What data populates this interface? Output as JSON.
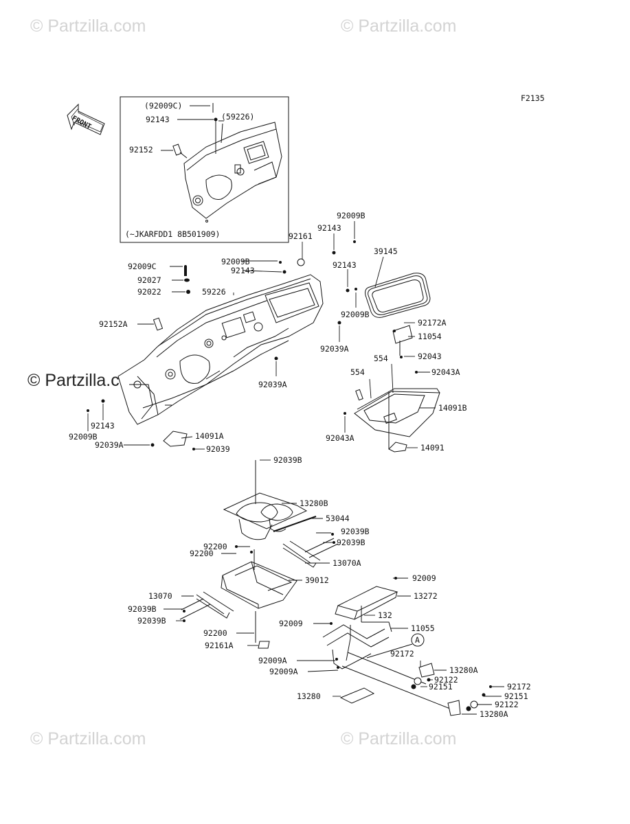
{
  "diagram_code": "F2135",
  "front_label": "FRONT",
  "watermark": "© Partzilla.com",
  "inset_note": "(~JKARFDD1 8B501909)",
  "inset_labels": {
    "c92009C": "(92009C)",
    "c92143": "92143",
    "c59226": "(59226)",
    "c92152": "92152"
  },
  "callout_a": "A",
  "labels": {
    "l92161": "92161",
    "l92009B_top": "92009B",
    "l92143_top": "92143",
    "l39145": "39145",
    "l92009C": "92009C",
    "l92009B_mid": "92009B",
    "l92143_mid": "92143",
    "l92143_right": "92143",
    "l92027": "92027",
    "l92022": "92022",
    "l59226": "59226",
    "l92009B_right": "92009B",
    "l92152A": "92152A",
    "l92172A": "92172A",
    "l92039A_center": "92039A",
    "l11054": "11054",
    "l554_a": "554",
    "l92043": "92043",
    "l554_b": "554",
    "l92043A_r": "92043A",
    "l92039A_mid": "92039A",
    "l14091B": "14091B",
    "l92143_left": "92143",
    "l92009B_left": "92009B",
    "l92043A_l": "92043A",
    "l14091A": "14091A",
    "l92039A_left": "92039A",
    "l92039": "92039",
    "l14091": "14091",
    "l92039B_top": "92039B",
    "l13280B": "13280B",
    "l53044": "53044",
    "l92039B_r1": "92039B",
    "l92200_a": "92200",
    "l92039B_r2": "92039B",
    "l92200_b": "92200",
    "l13070A": "13070A",
    "l39012": "39012",
    "l92009_r": "92009",
    "l13070": "13070",
    "l13272": "13272",
    "l92039B_l1": "92039B",
    "l132": "132",
    "l92039B_l2": "92039B",
    "l92009_l": "92009",
    "l11055": "11055",
    "l92200_c": "92200",
    "l92161A": "92161A",
    "l92172_a": "92172",
    "l92009A_a": "92009A",
    "l13280A_a": "13280A",
    "l92009A_b": "92009A",
    "l92122_a": "92122",
    "l92151_a": "92151",
    "l92172_b": "92172",
    "l13280": "13280",
    "l92151_b": "92151",
    "l92122_b": "92122",
    "l13280A_b": "13280A"
  }
}
